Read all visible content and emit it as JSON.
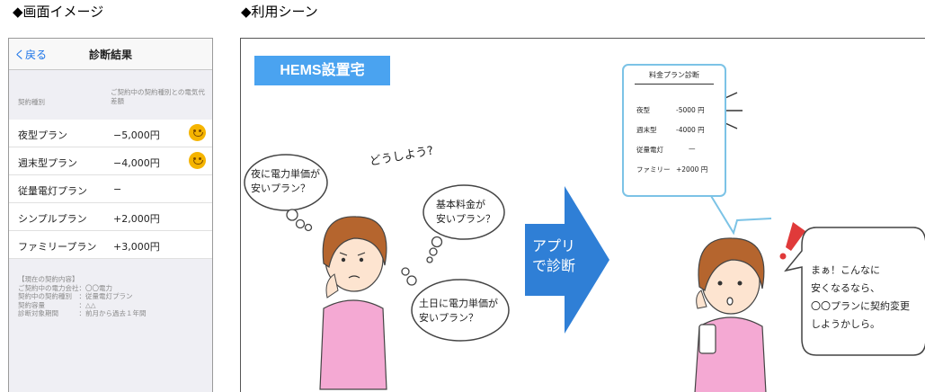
{
  "titles": {
    "screen_image": "◆画面イメージ",
    "usage_scene": "◆利用シーン"
  },
  "phone": {
    "back_label": "く戻る",
    "nav_title": "診断結果",
    "col_left": "契約種別",
    "col_right": "ご契約中の契約種別との電気代差額",
    "rows": [
      {
        "name": "夜型プラン",
        "value": "−5,000円",
        "smile": true
      },
      {
        "name": "週末型プラン",
        "value": "−4,000円",
        "smile": true
      },
      {
        "name": "従量電灯プラン",
        "value": "−",
        "smile": false
      },
      {
        "name": "シンプルプラン",
        "value": "+2,000円",
        "smile": false
      },
      {
        "name": "ファミリープラン",
        "value": "+3,000円",
        "smile": false
      }
    ],
    "contract": [
      "【現在の契約内容】",
      "ご契約中の電力会社：〇〇電力",
      "契約中の契約種別　：従量電灯プラン",
      "契約容量　　　　　：△△",
      "診断対象期間　　　：前月から過去１年間"
    ]
  },
  "scene": {
    "hems_label": "HEMS設置宅",
    "thought_night": [
      "夜に電力単価が",
      "安いプラン？"
    ],
    "murmur": "どうしよう?",
    "thought_base": [
      "基本料金が",
      "安いプラン？"
    ],
    "thought_weekend": [
      "土日に電力単価が",
      "安いプラン？"
    ],
    "arrow_text": [
      "アプリ",
      "で診断"
    ],
    "card": {
      "title": "料金プラン診断",
      "items": [
        {
          "label": "夜型",
          "value": "-5000 円"
        },
        {
          "label": "週末型",
          "value": "-4000 円"
        },
        {
          "label": "従量電灯",
          "value": "—"
        },
        {
          "label": "ファミリー",
          "value": "+2000 円"
        }
      ]
    },
    "speech": [
      "まぁ！こんなに",
      "安くなるなら、",
      "〇〇プランに契約変更",
      "しようかしら。"
    ]
  },
  "colors": {
    "hems_bg": "#4aa3f0",
    "arrow": "#2f7fd6",
    "ios_blue": "#1a73e8",
    "smile": "#f5b400",
    "card_border": "#7cc3e6"
  }
}
